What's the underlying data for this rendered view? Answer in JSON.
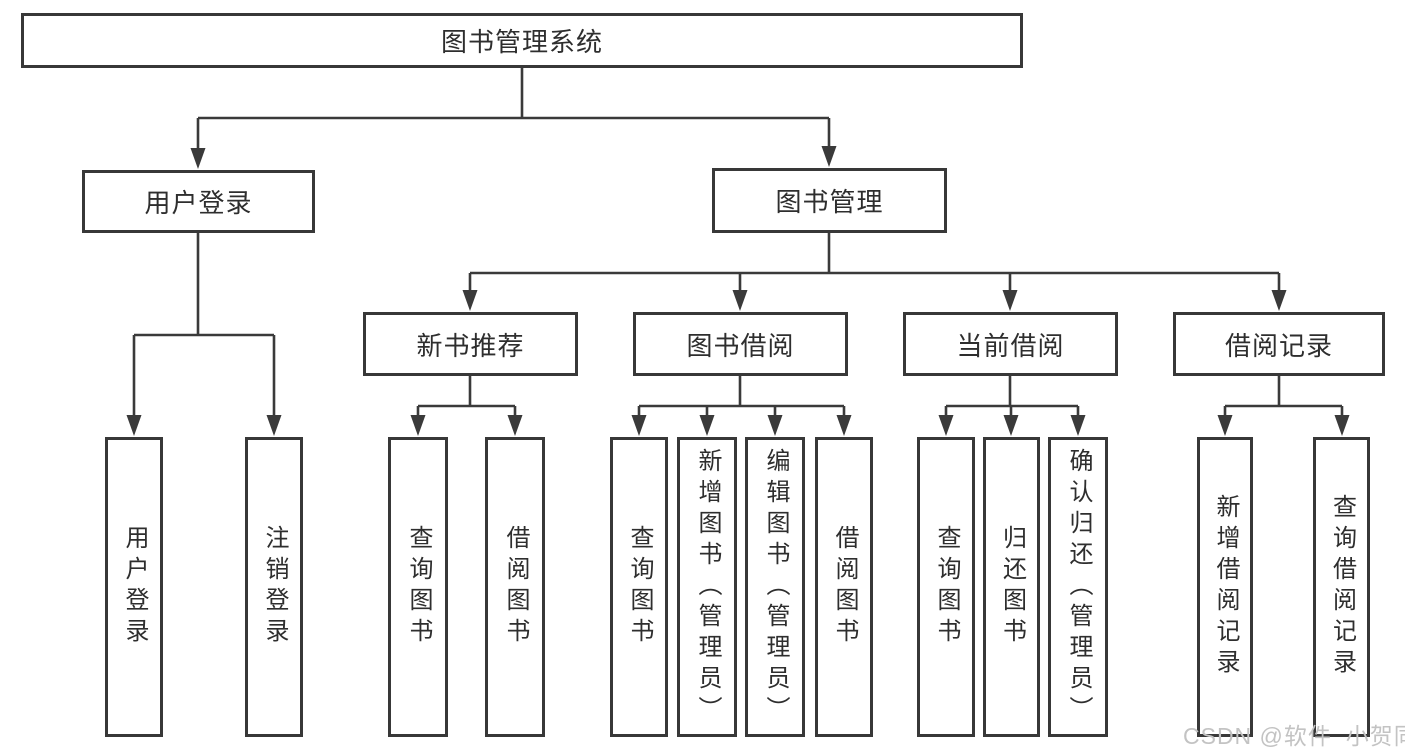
{
  "diagram": {
    "root": {
      "label": "图书管理系统"
    },
    "branches": [
      {
        "label": "用户登录",
        "children": [
          {
            "label": "用户登录"
          },
          {
            "label": "注销登录"
          }
        ]
      },
      {
        "label": "图书管理",
        "groups": [
          {
            "label": "新书推荐",
            "children": [
              {
                "label": "查询图书"
              },
              {
                "label": "借阅图书"
              }
            ]
          },
          {
            "label": "图书借阅",
            "children": [
              {
                "label": "查询图书"
              },
              {
                "label": "新增图书（管理员）"
              },
              {
                "label": "编辑图书（管理员）"
              },
              {
                "label": "借阅图书"
              }
            ]
          },
          {
            "label": "当前借阅",
            "children": [
              {
                "label": "查询图书"
              },
              {
                "label": "归还图书"
              },
              {
                "label": "确认归还（管理员）"
              }
            ]
          },
          {
            "label": "借阅记录",
            "children": [
              {
                "label": "新增借阅记录"
              },
              {
                "label": "查询借阅记录"
              }
            ]
          }
        ]
      }
    ]
  },
  "watermark": {
    "text": "CSDN @软件_小贺同学"
  },
  "colors": {
    "background": "#ffffff",
    "line": "#3a3a3a",
    "box_border": "#383838",
    "text": "#2e2e2e",
    "watermark": "#c3c3c3"
  }
}
